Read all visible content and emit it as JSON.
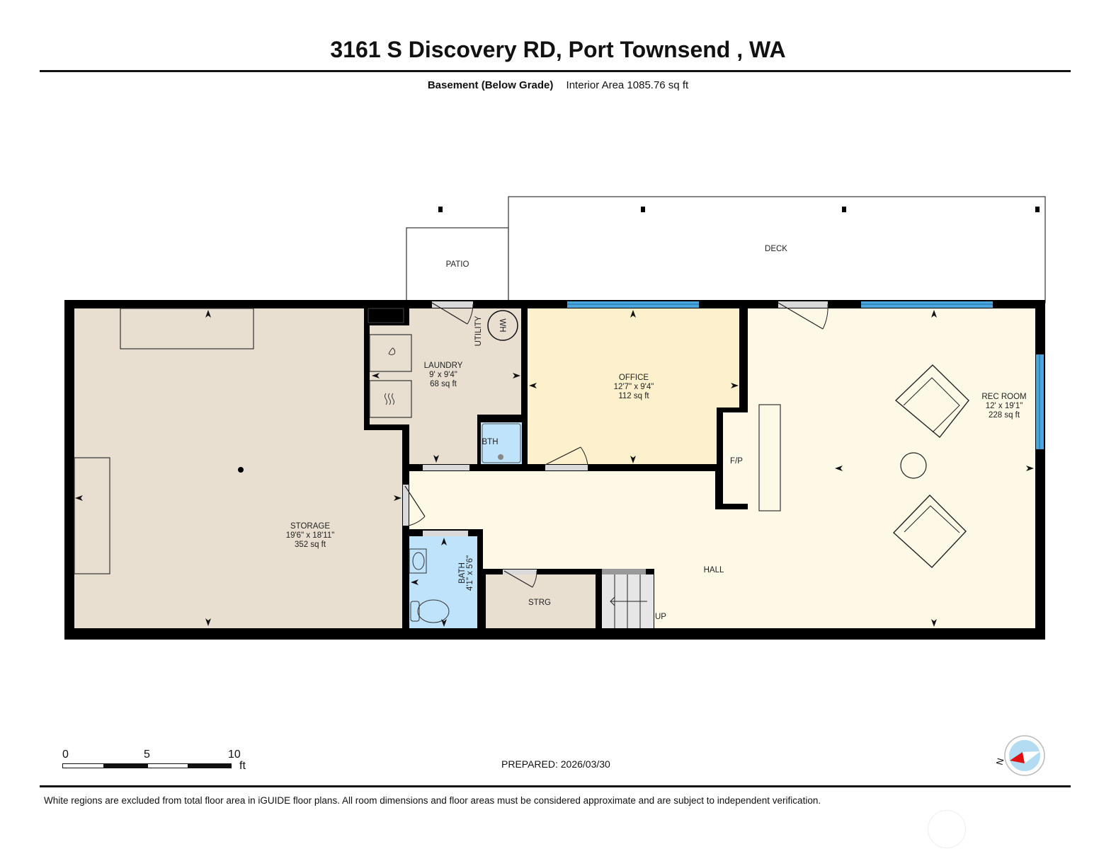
{
  "header": {
    "title": "3161 S Discovery RD, Port Townsend , WA",
    "level": "Basement (Below Grade)",
    "interior_area": "Interior Area 1085.76 sq ft"
  },
  "rooms": {
    "patio": {
      "name": "PATIO"
    },
    "deck": {
      "name": "DECK"
    },
    "storage": {
      "name": "STORAGE",
      "dims": "19'6\" x 18'11\"",
      "area": "352 sq ft"
    },
    "laundry": {
      "name": "LAUNDRY",
      "dims": "9' x 9'4\"",
      "area": "68 sq ft"
    },
    "utility": {
      "name": "UTILITY"
    },
    "water_heater": {
      "name": "WH"
    },
    "shower": {
      "name": "BTH"
    },
    "office": {
      "name": "OFFICE",
      "dims": "12'7\" x 9'4\"",
      "area": "112 sq ft"
    },
    "rec_room": {
      "name": "REC ROOM",
      "dims": "12' x 19'1\"",
      "area": "228 sq ft"
    },
    "fireplace": {
      "name": "F/P"
    },
    "hall": {
      "name": "HALL"
    },
    "bath": {
      "name": "BATH",
      "dims": "4'1\" x 5'6\""
    },
    "strg": {
      "name": "STRG"
    },
    "stairs": {
      "name": "UP"
    }
  },
  "colors": {
    "storage": "#e8dfd1",
    "laundry": "#e8dfd1",
    "office": "#fdf0cc",
    "rec_room": "#fef8e6",
    "bath": "#bfe3fb",
    "window": "#4aa6dc",
    "wall": "#000000",
    "door": "#d9d9d9",
    "compass_fill": "#b3dcf3",
    "compass_needle": "#e01010"
  },
  "scale_bar": {
    "ticks": [
      "0",
      "5",
      "10"
    ],
    "unit": "ft"
  },
  "compass": {
    "label": "N"
  },
  "footer": {
    "prepared": "PREPARED: 2026/03/30",
    "disclaimer": "White regions are excluded from total floor area in iGUIDE floor plans. All room dimensions and floor areas must be considered approximate and are subject to independent verification."
  }
}
